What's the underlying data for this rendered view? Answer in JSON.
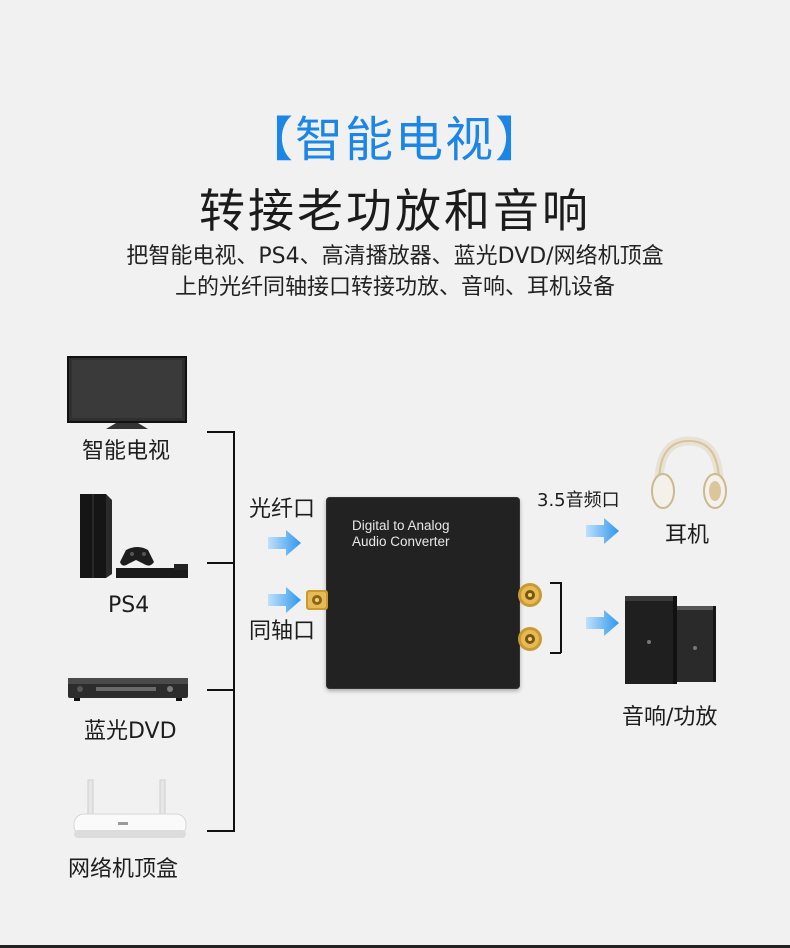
{
  "header": {
    "title": "【智能电视】",
    "subtitle": "转接老功放和音响",
    "desc_line1": "把智能电视、PS4、高清播放器、蓝光DVD/网络机顶盒",
    "desc_line2": "上的光纤同轴接口转接功放、音响、耳机设备"
  },
  "sources": [
    {
      "label": "智能电视",
      "icon": "smart-tv-icon"
    },
    {
      "label": "PS4",
      "icon": "ps4-console-icon"
    },
    {
      "label": "蓝光DVD",
      "icon": "bluray-player-icon"
    },
    {
      "label": "网络机顶盒",
      "icon": "router-box-icon"
    }
  ],
  "inputs": {
    "optical": "光纤口",
    "coaxial": "同轴口"
  },
  "converter": {
    "line1": "Digital to Analog",
    "line2": "Audio Converter"
  },
  "outputs": {
    "jack_label": "3.5音频口",
    "headphones": "耳机",
    "speakers": "音响/功放"
  },
  "colors": {
    "title": "#1b86e6",
    "arrow": "#3b9ef0",
    "gold": "#d6a640"
  }
}
